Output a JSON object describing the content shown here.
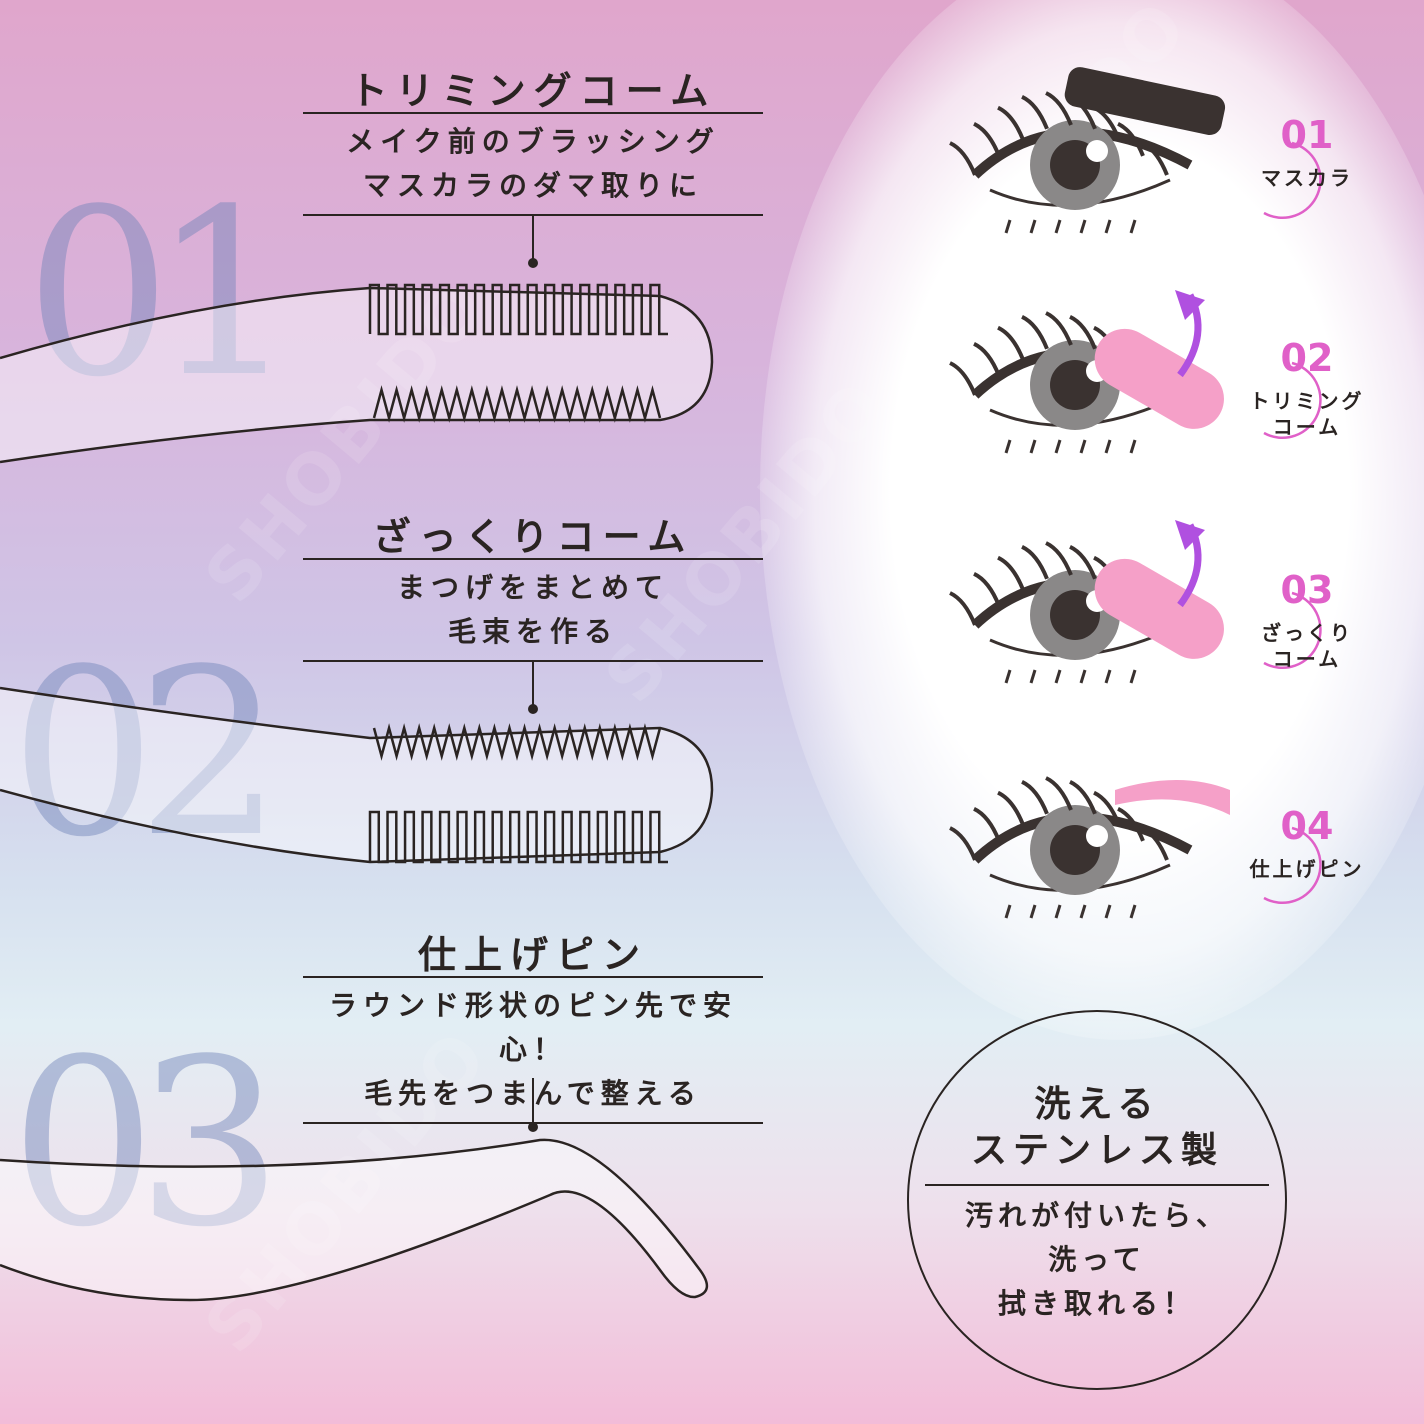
{
  "watermark": "SHOBIDO",
  "sections": [
    {
      "number": "01",
      "title": "トリミングコーム",
      "desc": [
        "メイク前のブラッシング",
        "マスカラのダマ取りに"
      ]
    },
    {
      "number": "02",
      "title": "ざっくりコーム",
      "desc": [
        "まつげをまとめて",
        "毛束を作る"
      ]
    },
    {
      "number": "03",
      "title": "仕上げピン",
      "desc": [
        "ラウンド形状のピン先で安心！",
        "毛先をつまんで整える"
      ]
    }
  ],
  "steps": [
    {
      "number": "01",
      "label": [
        "マスカラ"
      ]
    },
    {
      "number": "02",
      "label": [
        "トリミング",
        "コーム"
      ]
    },
    {
      "number": "03",
      "label": [
        "ざっくり",
        "コーム"
      ]
    },
    {
      "number": "04",
      "label": [
        "仕上げピン"
      ]
    }
  ],
  "badge": {
    "title": [
      "洗える",
      "ステンレス製"
    ],
    "body": [
      "汚れが付いたら、",
      "洗って",
      "拭き取れる！"
    ]
  },
  "colors": {
    "accent": "#e060c8",
    "comb_pink": "#f5a0c8",
    "arrow": "#b050e0"
  }
}
